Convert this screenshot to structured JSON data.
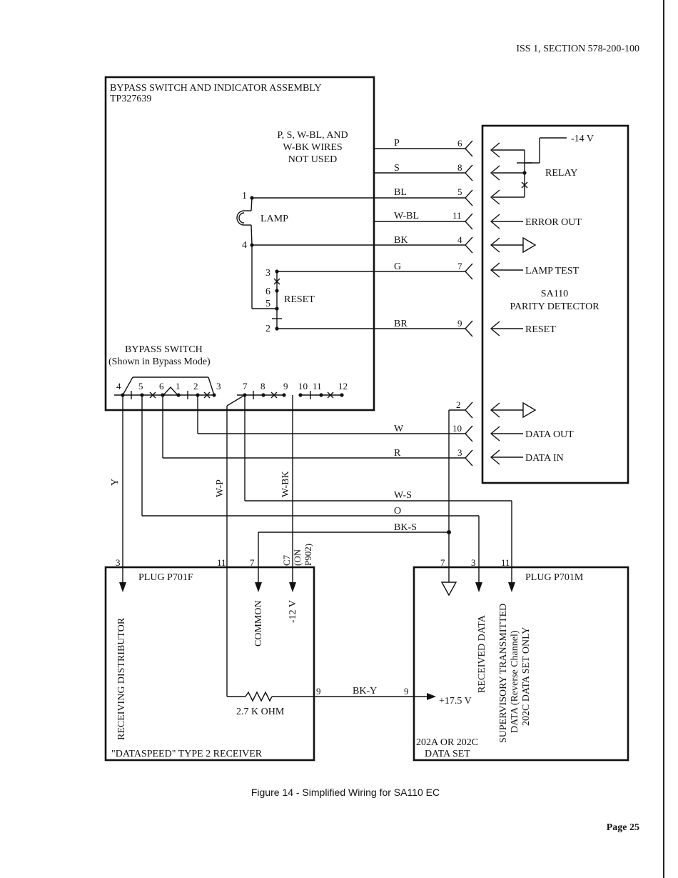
{
  "header": "ISS 1, SECTION 578-200-100",
  "bypass_assembly": {
    "title_line1": "BYPASS SWITCH AND INDICATOR ASSEMBLY",
    "title_line2": "TP327639",
    "note_line1": "P, S, W-BL, AND",
    "note_line2": "W-BK WIRES",
    "note_line3": "NOT USED",
    "lamp_label": "LAMP",
    "reset_label": "RESET",
    "switch_title": "BYPASS SWITCH",
    "switch_subtitle": "(Shown in Bypass Mode)",
    "terminals": {
      "t1": "1",
      "t4": "4",
      "t3": "3",
      "t6": "6",
      "t5": "5",
      "t2": "2"
    },
    "switch_pins": [
      "4",
      "5",
      "6",
      "1",
      "2",
      "3",
      "7",
      "8",
      "9",
      "10",
      "11",
      "12"
    ]
  },
  "parity_detector": {
    "title_line1": "SA110",
    "title_line2": "PARITY DETECTOR",
    "supply": "-14 V",
    "relay": "RELAY",
    "error_out": "ERROR OUT",
    "lamp_test": "LAMP TEST",
    "reset": "RESET",
    "data_out": "DATA OUT",
    "data_in": "DATA IN"
  },
  "wires": {
    "p": "P",
    "s": "S",
    "bl": "BL",
    "w_bl": "W-BL",
    "bk": "BK",
    "g": "G",
    "br": "BR",
    "w": "W",
    "r": "R",
    "w_s": "W-S",
    "o": "O",
    "bk_s": "BK-S",
    "y": "Y",
    "w_p": "W-P",
    "w_bk": "W-BK",
    "bk_y": "BK-Y"
  },
  "pin_numbers": {
    "p": "6",
    "s": "8",
    "bl": "5",
    "w_bl": "11",
    "bk": "4",
    "g": "7",
    "br": "9",
    "two": "2",
    "w": "10",
    "r": "3"
  },
  "receiver": {
    "plug": "PLUG P701F",
    "title": "\"DATASPEED\" TYPE 2 RECEIVER",
    "receiving_distributor": "RECEIVING DISTRIBUTOR",
    "common": "COMMON",
    "minus12": "-12 V",
    "c7_line1": "C7",
    "c7_line2": "(ON",
    "c7_line3": "P902)",
    "resistor": "2.7 K OHM",
    "pins": {
      "p3": "3",
      "p11": "11",
      "p7": "7",
      "p9": "9"
    }
  },
  "data_set": {
    "plug": "PLUG P701M",
    "title_line1": "202A OR 202C",
    "title_line2": "DATA SET",
    "received_data": "RECEIVED DATA",
    "sup_line1": "SUPERVISORY TRANSMITTED",
    "sup_line2": "DATA (Reverse Channel)",
    "sup_line3": "202C DATA SET ONLY",
    "plus17": "+17.5 V",
    "pins": {
      "p7": "7",
      "p3": "3",
      "p11": "11",
      "p9": "9"
    }
  },
  "caption": "Figure 14 - Simplified Wiring for SA110 EC",
  "page_number": "Page 25"
}
